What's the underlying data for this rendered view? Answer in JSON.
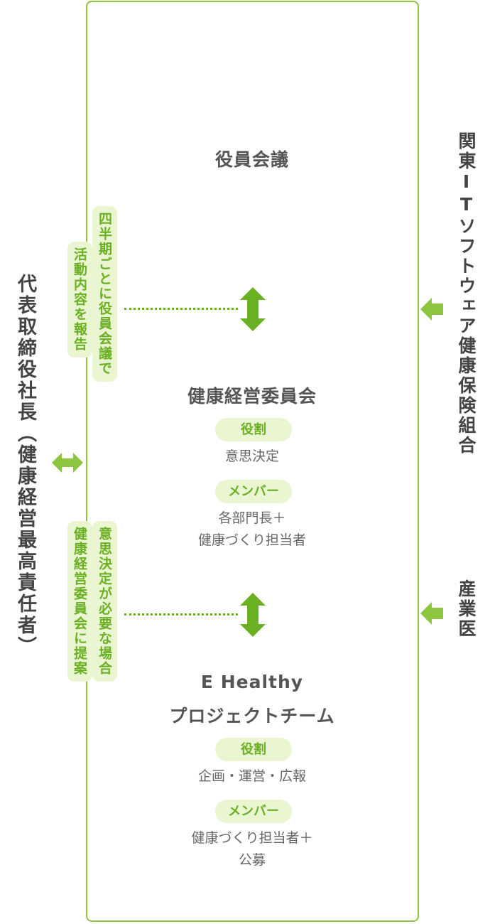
{
  "left_title": "代表取締役社長（健康経営最高責任者）",
  "right_org": "関東ITソフトウェア健康保険組合",
  "right_doctor": "産業医",
  "board": {
    "title": "役員会議"
  },
  "note_upper": {
    "line1": "四半期ごとに役員会議で",
    "line2": "活動内容を報告"
  },
  "note_lower": {
    "line1": "意思決定が必要な場合",
    "line2": "健康経営委員会に提案"
  },
  "committee": {
    "title": "健康経営委員会",
    "role_label": "役割",
    "role_text": "意思決定",
    "member_label": "メンバー",
    "member_line1": "各部門長＋",
    "member_line2": "健康づくり担当者"
  },
  "project": {
    "title_line1": "E Healthy",
    "title_line2": "プロジェクトチーム",
    "role_label": "役割",
    "role_text": "企画・運営・広報",
    "member_label": "メンバー",
    "member_line1": "健康づくり担当者＋",
    "member_line2": "公募"
  },
  "colors": {
    "accent": "#8cc63f",
    "accent_dark": "#6ab023",
    "pill_bg": "#eaf5d2",
    "text": "#555555"
  },
  "icons": [
    "double-arrow-vertical-icon",
    "double-arrow-horizontal-icon",
    "arrow-left-icon"
  ]
}
